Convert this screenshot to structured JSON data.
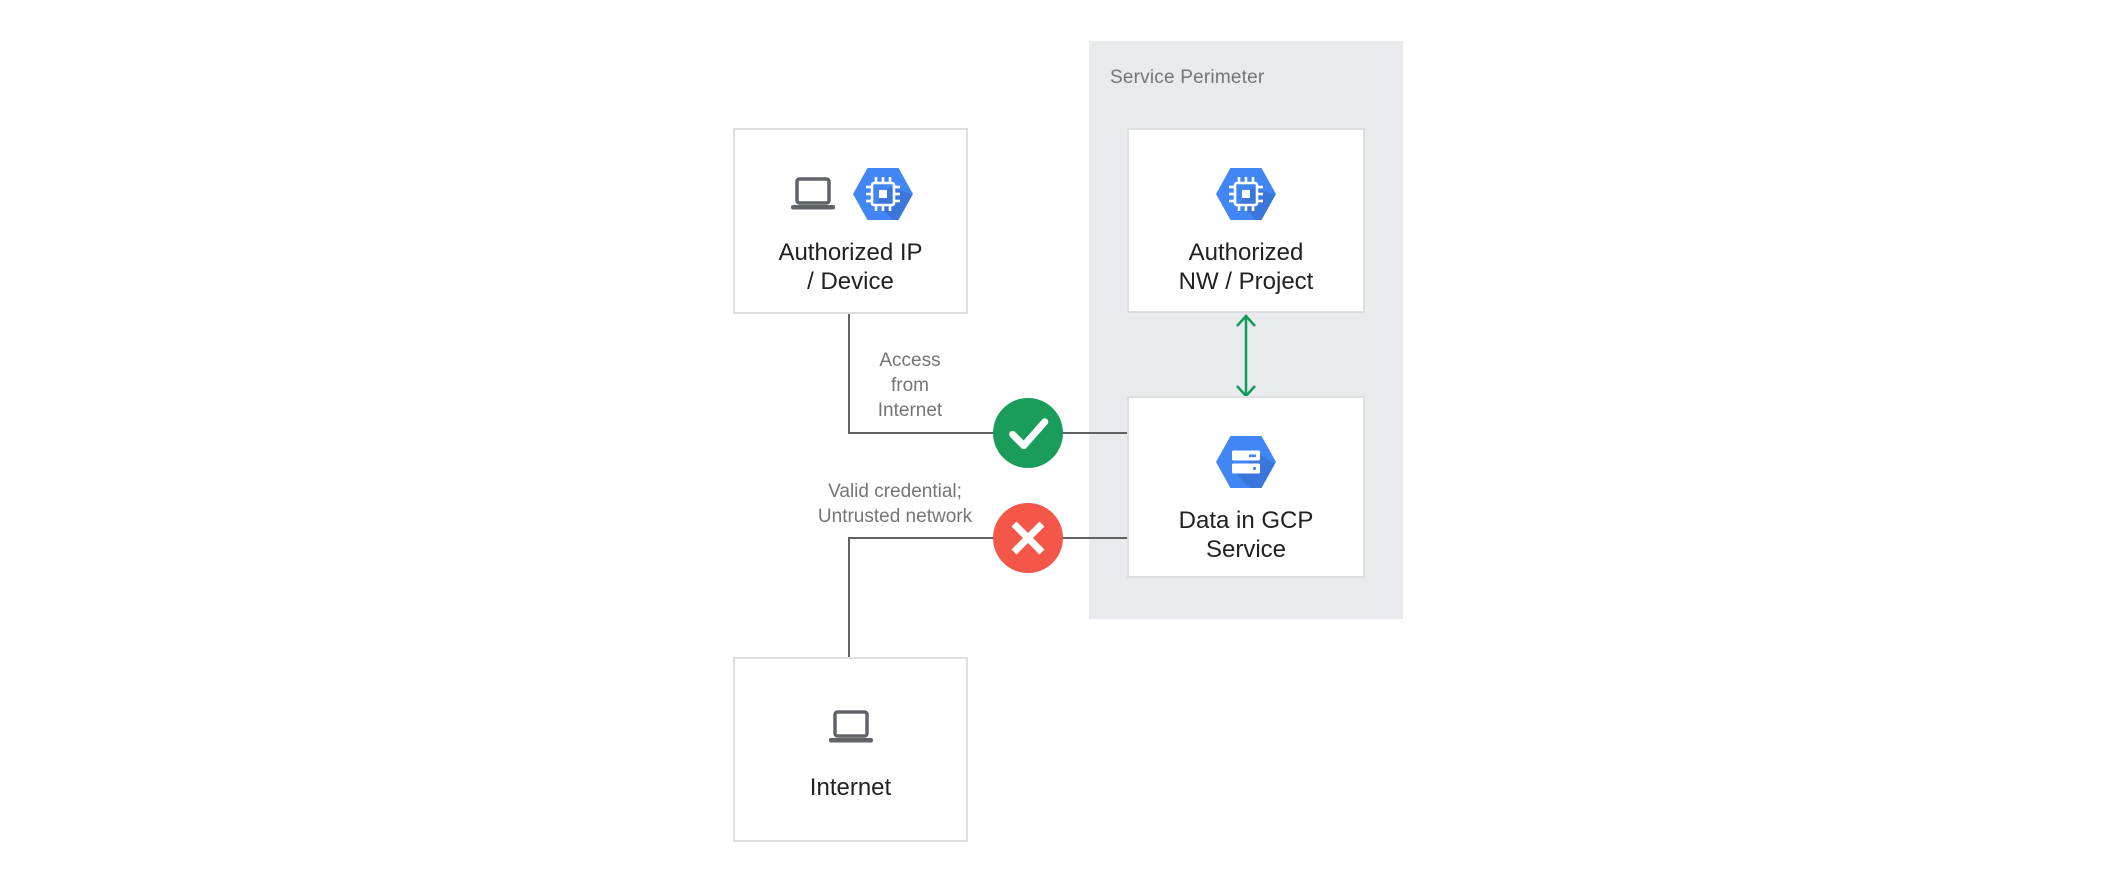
{
  "perimeter": {
    "label": "Service Perimeter"
  },
  "nodes": {
    "authorized_ip": {
      "line1": "Authorized IP",
      "line2": "/ Device",
      "icons": [
        "laptop-icon",
        "compute-hexagon-icon"
      ]
    },
    "authorized_nw": {
      "line1": "Authorized",
      "line2": "NW / Project",
      "icons": [
        "compute-hexagon-icon"
      ]
    },
    "data_gcp": {
      "line1": "Data in GCP",
      "line2": "Service",
      "icons": [
        "storage-hexagon-icon"
      ]
    },
    "internet": {
      "line1": "Internet",
      "icons": [
        "laptop-icon"
      ]
    }
  },
  "annotations": {
    "allowed": {
      "line1": "Access",
      "line2": "from",
      "line3": "Internet",
      "status": "allowed"
    },
    "denied": {
      "line1": "Valid credential;",
      "line2": "Untrusted network",
      "status": "denied"
    }
  },
  "colors": {
    "hexagon_blue": "#4285F4",
    "check_circle_green": "#1A9D5A",
    "arrow_green": "#0F9D58",
    "deny_circle_red": "#F4564A",
    "connector_gray": "#616161",
    "panel_background": "#E8EAED",
    "box_border": "#DCDEE1",
    "node_text": "#212121",
    "muted_text": "#757575"
  }
}
